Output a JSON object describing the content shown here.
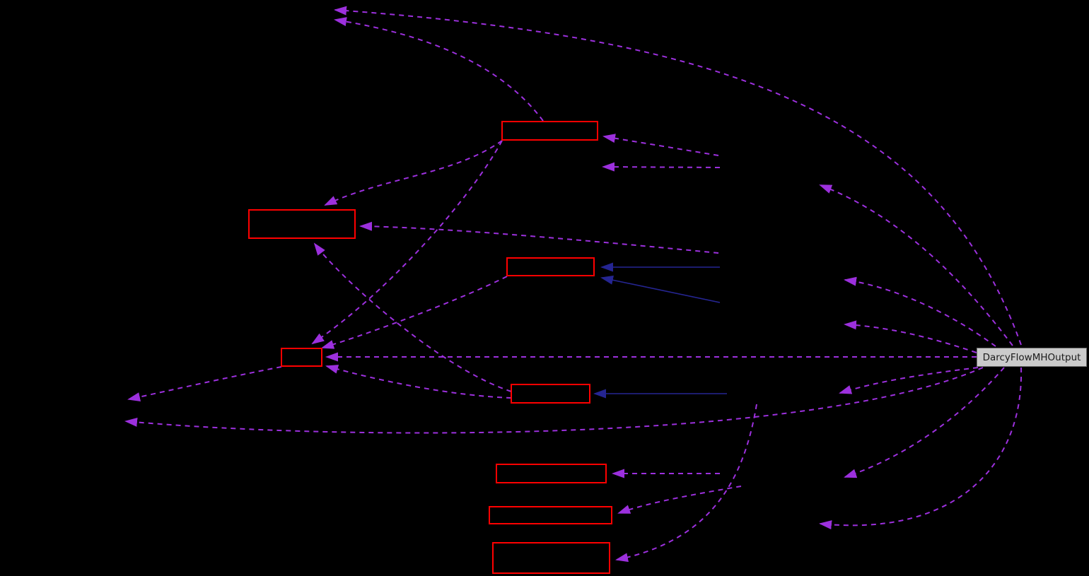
{
  "diagram": {
    "type": "collaboration-graph",
    "background_color": "#000000",
    "main_node": {
      "label": "DarcyFlowMHOutput",
      "fill_color": "#cbcbcb",
      "text_color": "#1b1b1b"
    },
    "colors": {
      "box_border": "#ff0000",
      "dashed_edge": "#9c30dd",
      "solid_edge": "#252592"
    },
    "red_box_count": 8,
    "dashed_edge_count": 22,
    "solid_edge_count": 3
  }
}
